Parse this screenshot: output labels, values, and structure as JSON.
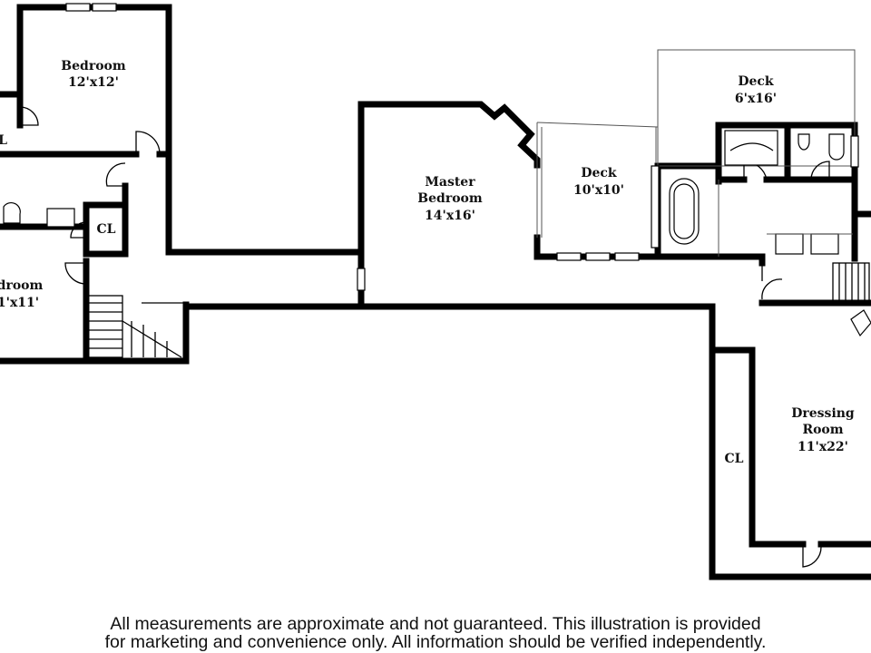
{
  "rooms": {
    "bedroom_top": {
      "name": "Bedroom",
      "size": "12'x12'"
    },
    "bedroom_left": {
      "name": "droom",
      "size": "1'x11'"
    },
    "closet_left_edge": {
      "label": "L"
    },
    "closet_center": {
      "label": "CL"
    },
    "master_bedroom": {
      "line1": "Master",
      "line2": "Bedroom",
      "size": "14'x16'"
    },
    "deck_small": {
      "name": "Deck",
      "size": "10'x10'"
    },
    "deck_large": {
      "name": "Deck",
      "size": "6'x16'"
    },
    "dressing_room": {
      "line1": "Dressing",
      "line2": "Room",
      "size": "11'x22'"
    },
    "closet_dressing": {
      "label": "CL"
    }
  },
  "disclaimer": {
    "line1": "All measurements are approximate and not guaranteed. This illustration is provided",
    "line2": "for marketing and convenience only. All information should be verified independently."
  }
}
